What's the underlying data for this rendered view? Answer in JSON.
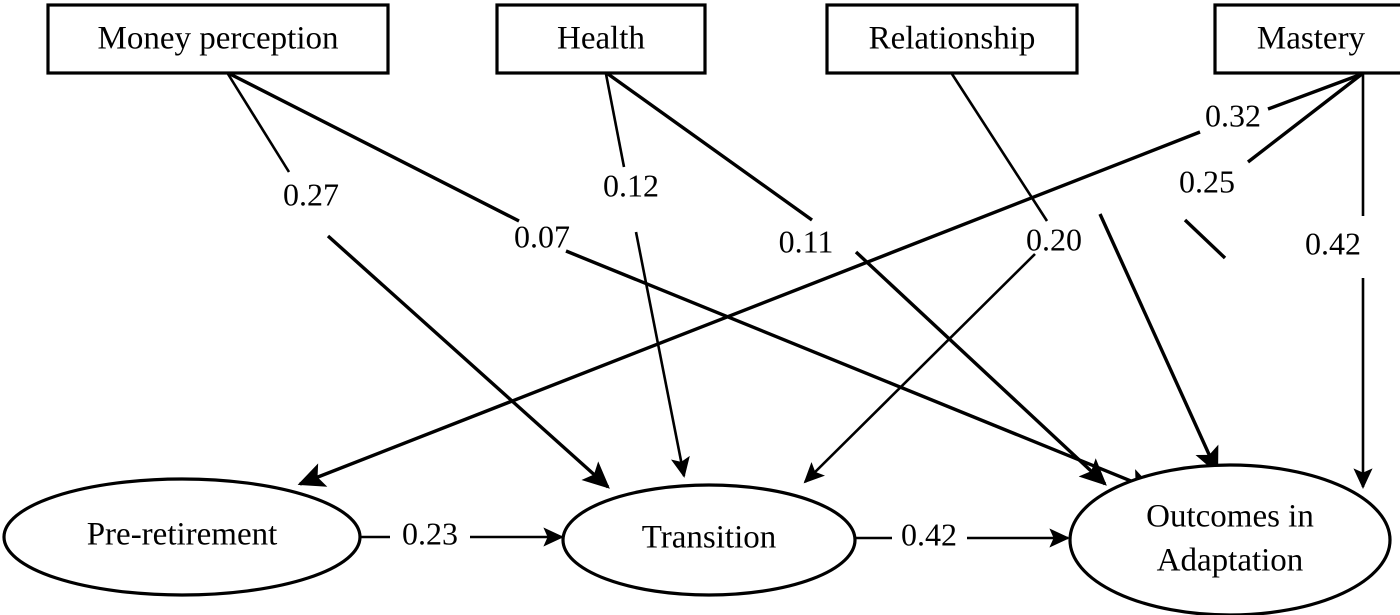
{
  "chart_data": {
    "type": "diagram",
    "title": "",
    "subtitle": "",
    "xlabel": "",
    "ylabel": "",
    "diagram_kind": "path-analysis-structural-equation-model",
    "exogenous_nodes": [
      {
        "id": "money",
        "label": "Money perception",
        "shape": "rectangle"
      },
      {
        "id": "health",
        "label": "Health",
        "shape": "rectangle"
      },
      {
        "id": "relationship",
        "label": "Relationship",
        "shape": "rectangle"
      },
      {
        "id": "mastery",
        "label": "Mastery",
        "shape": "rectangle"
      }
    ],
    "endogenous_nodes": [
      {
        "id": "pre",
        "label": "Pre-retirement",
        "shape": "ellipse"
      },
      {
        "id": "transition",
        "label": "Transition",
        "shape": "ellipse"
      },
      {
        "id": "outcomes",
        "label": "Outcomes in Adaptation",
        "line1": "Outcomes in",
        "line2": "Adaptation",
        "shape": "ellipse"
      }
    ],
    "paths": [
      {
        "from": "money",
        "to": "transition",
        "coefficient": "0.27"
      },
      {
        "from": "money",
        "to": "outcomes",
        "coefficient": "0.07"
      },
      {
        "from": "health",
        "to": "transition",
        "coefficient": "0.12"
      },
      {
        "from": "health",
        "to": "outcomes",
        "coefficient": "0.11"
      },
      {
        "from": "relationship",
        "to": "transition",
        "coefficient": "0.20"
      },
      {
        "from": "mastery",
        "to": "pre",
        "coefficient": "0.32"
      },
      {
        "from": "mastery",
        "to": "outcomes",
        "coefficient": "0.25"
      },
      {
        "from": "mastery",
        "to": "outcomes",
        "coefficient": "0.42"
      },
      {
        "from": "pre",
        "to": "transition",
        "coefficient": "0.23"
      },
      {
        "from": "transition",
        "to": "outcomes",
        "coefficient": "0.42"
      }
    ],
    "coefficient_labels": [
      "0.27",
      "0.12",
      "0.11",
      "0.32",
      "0.07",
      "0.20",
      "0.25",
      "0.42",
      "0.23",
      "0.42"
    ],
    "colors": {
      "stroke": "#000000",
      "fill": "#ffffff"
    }
  },
  "nodes": {
    "money": {
      "label": "Money perception"
    },
    "health": {
      "label": "Health"
    },
    "relationship": {
      "label": "Relationship"
    },
    "mastery": {
      "label": "Mastery"
    },
    "pre": {
      "label": "Pre-retirement"
    },
    "transition": {
      "label": "Transition"
    },
    "outcomes": {
      "line1": "Outcomes in",
      "line2": "Adaptation"
    }
  },
  "coefficients": {
    "money_transition": "0.27",
    "money_outcomes": "0.07",
    "health_transition": "0.12",
    "health_outcomes": "0.11",
    "relationship_transition": "0.20",
    "mastery_pre": "0.32",
    "mastery_outcomes_a": "0.25",
    "mastery_outcomes_b": "0.42",
    "pre_transition": "0.23",
    "transition_outcomes": "0.42"
  }
}
